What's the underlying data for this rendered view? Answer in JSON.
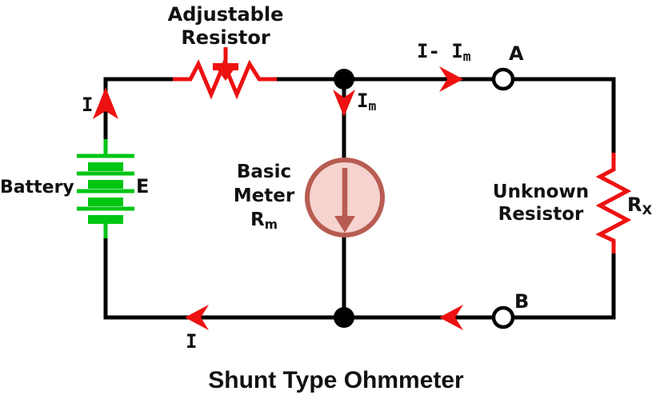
{
  "title": "Shunt Type Ohmmeter",
  "colors": {
    "wire": "#000000",
    "red": "#ee1111",
    "green": "#00c513",
    "meter_stroke": "#b85c52",
    "meter_fill": "#f6d3cf",
    "terminal_fill": "#ffffff",
    "background": "#ffffff",
    "text": "#111111"
  },
  "labels": {
    "adjustable_resistor": {
      "line1": "Adjustable",
      "line2": "Resistor"
    },
    "battery": "Battery",
    "emf": "E",
    "basic_meter": {
      "line1": "Basic",
      "line2": "Meter",
      "symbol_base": "R",
      "symbol_sub": "m"
    },
    "unknown_resistor": {
      "line1": "Unknown",
      "line2": "Resistor"
    },
    "rx": {
      "base": "R",
      "sub": "X"
    },
    "current_top": "I",
    "current_bottom": "I",
    "current_meter": {
      "base": "I",
      "sub": "m"
    },
    "current_shunt": {
      "base": "I- I",
      "sub": "m"
    },
    "terminal_a": "A",
    "terminal_b": "B"
  }
}
